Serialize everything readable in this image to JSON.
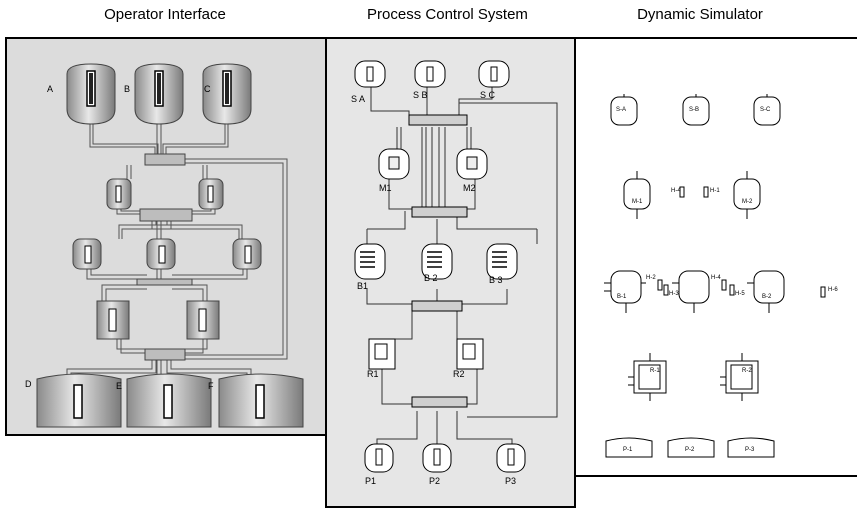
{
  "headers": {
    "operator": "Operator Interface",
    "pcs": "Process Control System",
    "sim": "Dynamic Simulator"
  },
  "operator": {
    "top_tanks": [
      "A",
      "B",
      "C"
    ],
    "bottom_tanks": [
      "D",
      "E",
      "F"
    ]
  },
  "pcs": {
    "top_tanks": [
      "S A",
      "S B",
      "S C"
    ],
    "mixers": [
      "M1",
      "M2"
    ],
    "blenders": [
      "B1",
      "B 2",
      "B 3"
    ],
    "reactors": [
      "R1",
      "R2"
    ],
    "products": [
      "P1",
      "P2",
      "P3"
    ]
  },
  "sim": {
    "sources": [
      "S-A",
      "S-B",
      "S-C"
    ],
    "mixers": [
      "M-1",
      "M-2"
    ],
    "mixer_heaters": [
      "H-4",
      "H-1"
    ],
    "blenders": [
      "B-1",
      "B-2"
    ],
    "blender_heaters": [
      "H-2",
      "H-3",
      "H-4",
      "H-5"
    ],
    "extra_heater": "H-6",
    "reactors": [
      "R-1",
      "R-2"
    ],
    "products": [
      "P-1",
      "P-2",
      "P-3"
    ]
  },
  "colors": {
    "operator_bg": "#dcdcdc",
    "pcs_bg": "#e6e6e6",
    "vessel_fill": "#b8b8b8"
  }
}
